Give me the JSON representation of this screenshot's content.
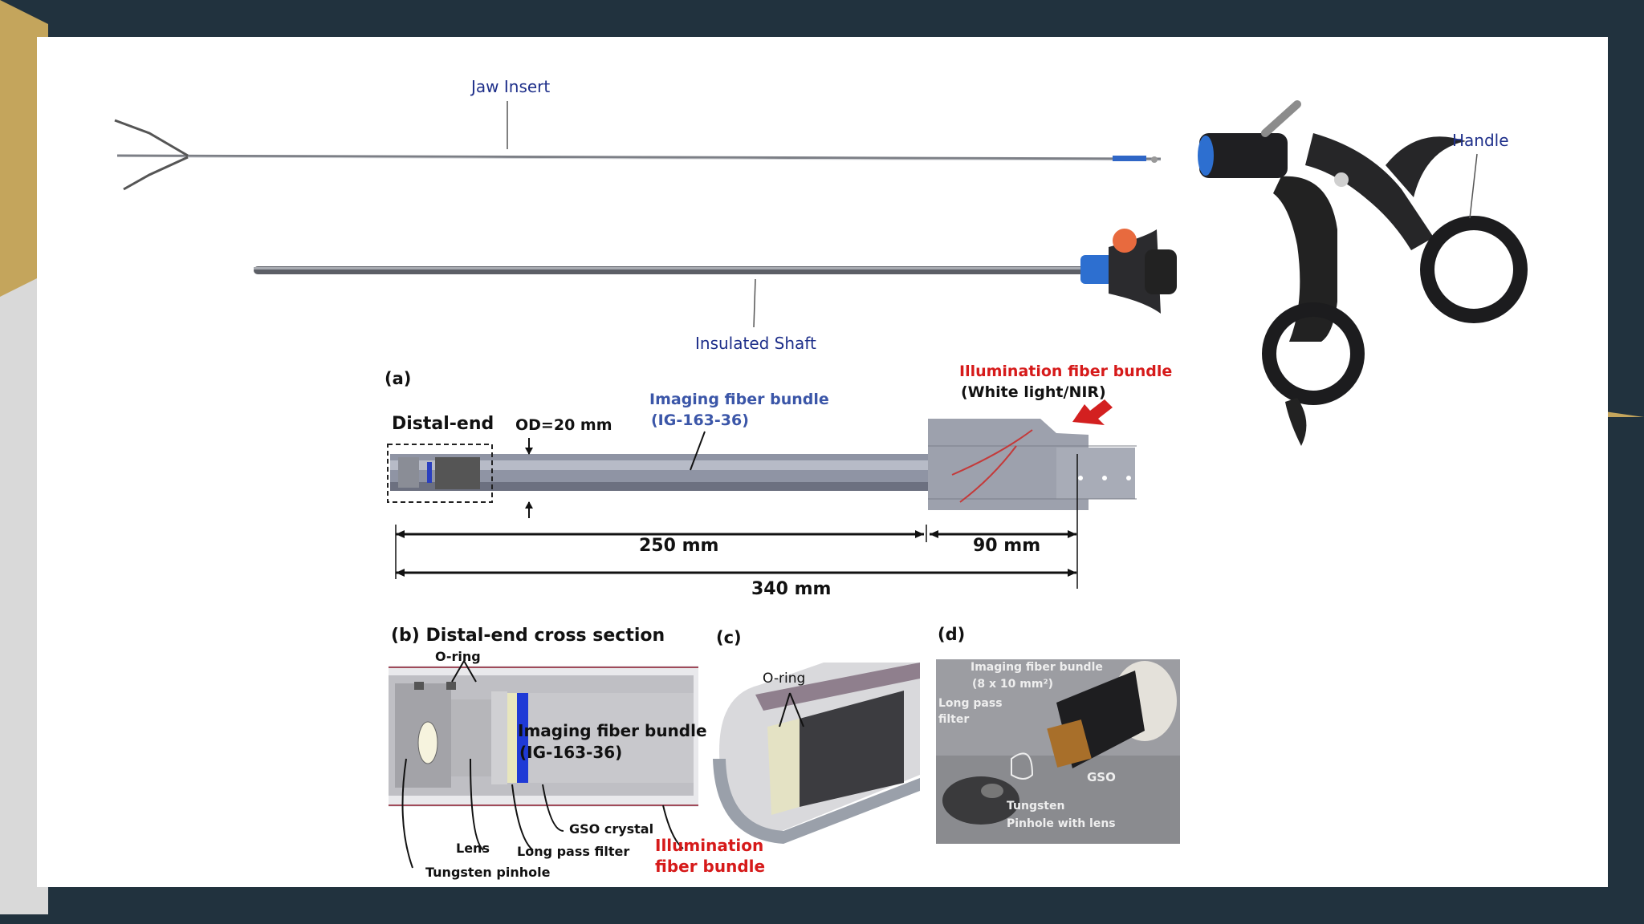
{
  "colors": {
    "background_dark": "#21323e",
    "background_gold": "#c4a55c",
    "slide_white": "#ffffff",
    "callout_blue": "#1e2f8a",
    "highlight_red": "#d61a1a",
    "imaging_blue": "#3b56a8"
  },
  "instruments": {
    "jaw_insert_label": "Jaw Insert",
    "insulated_shaft_label": "Insulated Shaft",
    "handle_label": "Handle"
  },
  "panel_a": {
    "tag": "(a)",
    "distal_end": "Distal-end",
    "od": "OD=20 mm",
    "imaging_line1": "Imaging fiber bundle",
    "imaging_line2": "(IG-163-36)",
    "illum_line1": "Illumination fiber bundle",
    "illum_line2": "(White light/NIR)",
    "dim_250": "250 mm",
    "dim_90": "90 mm",
    "dim_340": "340 mm"
  },
  "panel_b": {
    "title": "(b) Distal-end cross section",
    "oring": "O-ring",
    "imaging_line1": "Imaging fiber bundle",
    "imaging_line2": "(IG-163-36)",
    "gso": "GSO crystal",
    "lpf": "Long pass filter",
    "lens": "Lens",
    "pinhole": "Tungsten pinhole",
    "illum_line1": "Illumination",
    "illum_line2": "fiber bundle"
  },
  "panel_c": {
    "tag": "(c)",
    "oring": "O-ring"
  },
  "panel_d": {
    "tag": "(d)",
    "imaging_line1": "Imaging fiber  bundle",
    "imaging_line2": "(8 x 10 mm²)",
    "lpf_line1": "Long pass",
    "lpf_line2": "filter",
    "gso": "GSO",
    "pinhole_line1": "Tungsten",
    "pinhole_line2": "Pinhole with lens"
  }
}
